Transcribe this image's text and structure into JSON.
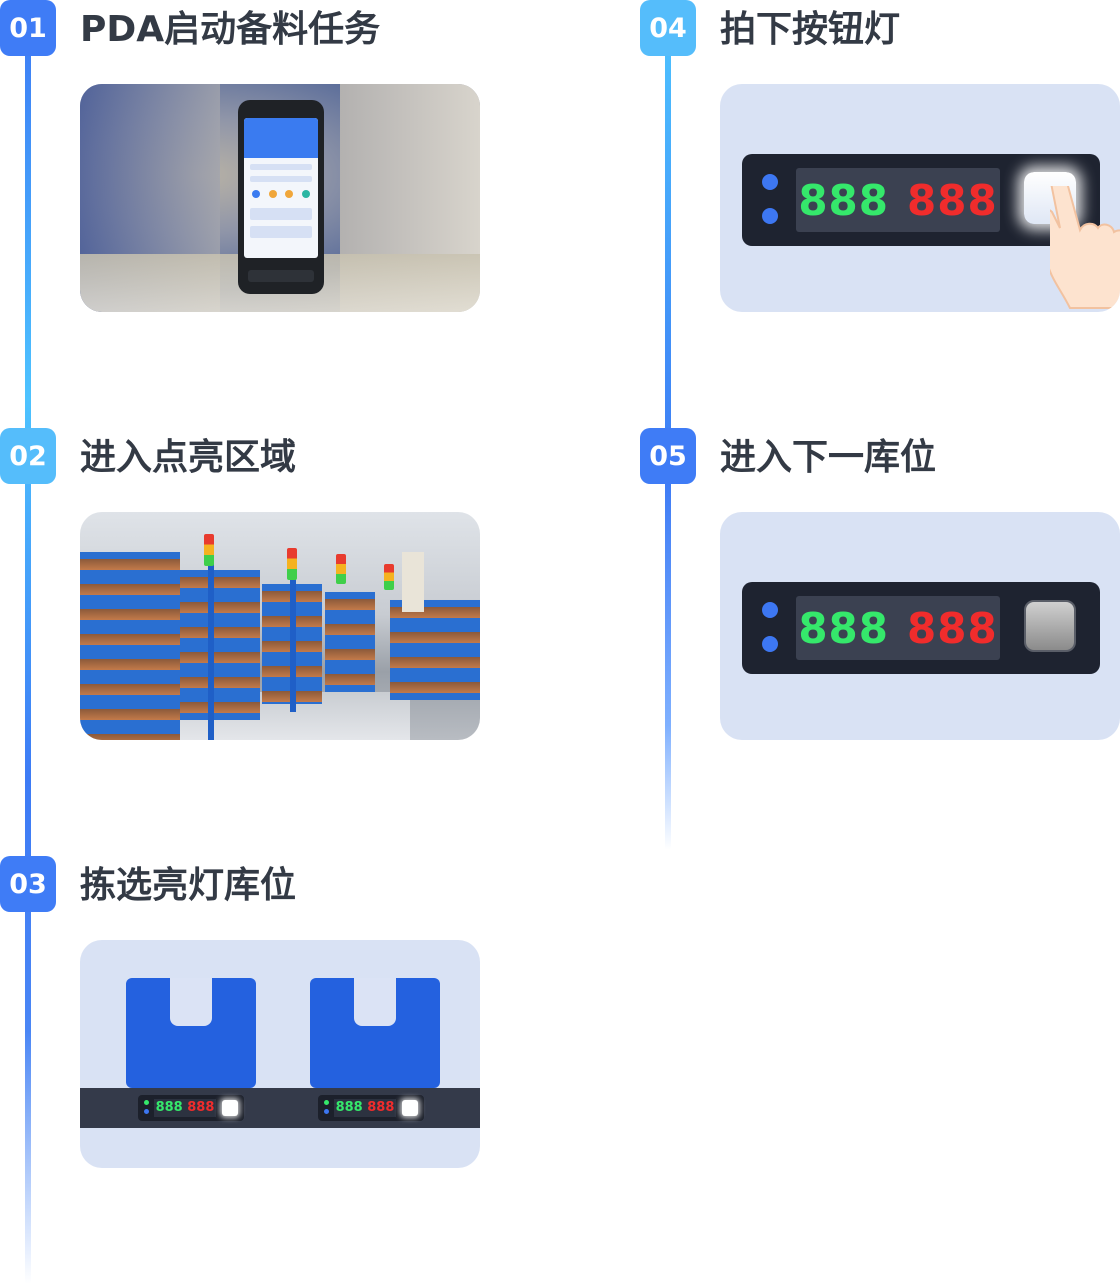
{
  "steps": [
    {
      "number": "01",
      "title": "PDA启动备料任务"
    },
    {
      "number": "02",
      "title": "进入点亮区域"
    },
    {
      "number": "03",
      "title": "拣选亮灯库位"
    },
    {
      "number": "04",
      "title": "拍下按钮灯"
    },
    {
      "number": "05",
      "title": "进入下一库位"
    }
  ],
  "display": {
    "green_digits": "888",
    "red_digits": "888"
  },
  "colors": {
    "accent_blue": "#3f7cf6",
    "accent_cyan": "#55bdfb",
    "digit_green": "#35e86b",
    "digit_red": "#f02c2c"
  },
  "icons": [
    "hand-pointer-icon"
  ]
}
